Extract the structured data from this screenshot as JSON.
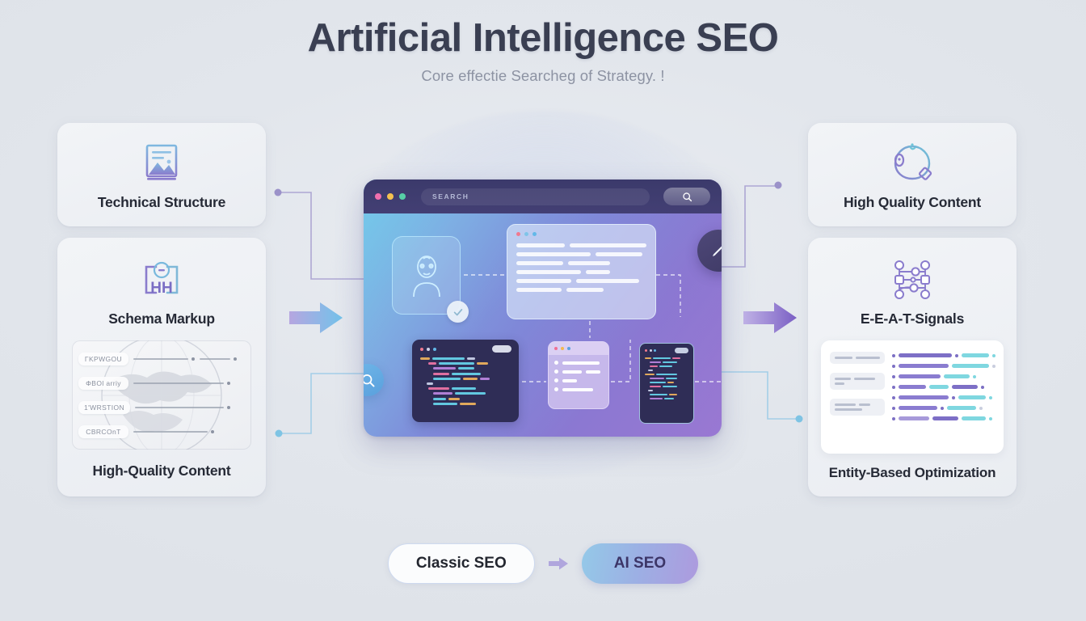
{
  "header": {
    "title": "Artificial Intelligence SEO",
    "subtitle": "Core effectie Searcheg of Strategy. !"
  },
  "colors": {
    "background": "#e2e6ec",
    "title_text": "#3a3f52",
    "subtitle_text": "#8d93a3",
    "card_bg": "#eef0f4",
    "accent_purple": "#8b7cd0",
    "accent_blue": "#6fb6e8",
    "accent_teal": "#7fd7e0",
    "browser_dark": "#3b3a6b"
  },
  "left_cards": [
    {
      "id": "technical-structure",
      "label": "Technical Structure",
      "icon": "document-image-icon"
    },
    {
      "id": "schema-markup",
      "label": "Schema Markup",
      "icon": "schema-brackets-icon",
      "icon_text": "HH"
    }
  ],
  "left_map_panel": {
    "label": "High-Quality Content",
    "icon": "world-map-icon",
    "chips": [
      "ΓΚΡWGOU",
      "ΦBOl arriy",
      "1'WRSTION",
      "CBRCOnT"
    ]
  },
  "right_cards": [
    {
      "id": "high-quality-content",
      "label": "High Quality Content",
      "icon": "badge-circle-icon"
    },
    {
      "id": "eeat-signals",
      "label": "E-E-A-T-Signals",
      "icon": "node-network-icon"
    }
  ],
  "right_entity_panel": {
    "label": "Entity-Based Optimization",
    "icon": "entity-bars-icon"
  },
  "browser": {
    "search_placeholder": "SEARCH",
    "search_button_icon": "search-icon",
    "traffic_lights": [
      "#f06fae",
      "#f5c24f",
      "#56cfa6"
    ],
    "person_card_icon": "person-avatar-icon",
    "person_check_icon": "check-icon",
    "content_panel_dots": [
      "#f0798f",
      "#7fc4e8",
      "#62b8e8"
    ],
    "code_panel_dots": [
      "#f0798f",
      "#cfd3e8",
      "#62b8e8"
    ],
    "list_panel_dots": [
      "#ef6f94",
      "#f3b94f",
      "#5aa2e0"
    ],
    "mobile_panel_dots": [
      "#f0798f",
      "#cfd3e8",
      "#62b8e8"
    ],
    "pencil_icon": "pencil-edit-icon",
    "search_circle_icon": "search-icon"
  },
  "footer": {
    "classic_label": "Classic SEO",
    "ai_label": "AI SEO",
    "arrow_icon": "arrow-right-icon"
  },
  "arrows": {
    "left_arrow_icon": "arrow-right-icon",
    "right_arrow_icon": "arrow-right-icon"
  }
}
